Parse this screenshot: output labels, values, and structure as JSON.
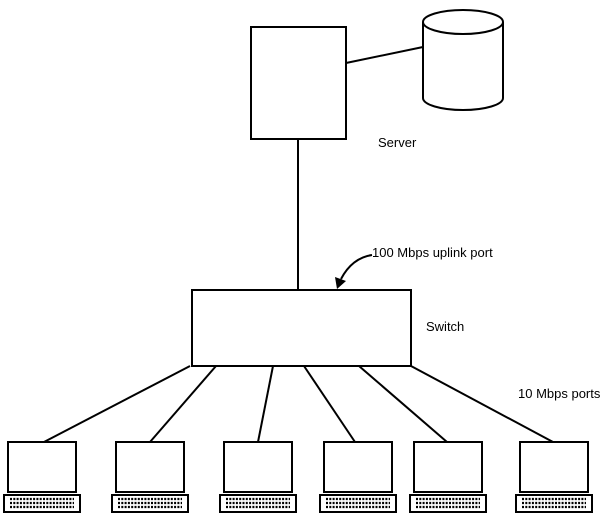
{
  "labels": {
    "server": "Server",
    "switch": "Switch",
    "uplink": "100 Mbps uplink port",
    "ports": "10 Mbps ports"
  },
  "icons": {
    "server": "server-box",
    "database": "database-cylinder",
    "switch": "switch-box",
    "laptop": "laptop-icon"
  },
  "laptop_count": 6,
  "colors": {
    "stroke": "#000000",
    "background": "#ffffff"
  }
}
